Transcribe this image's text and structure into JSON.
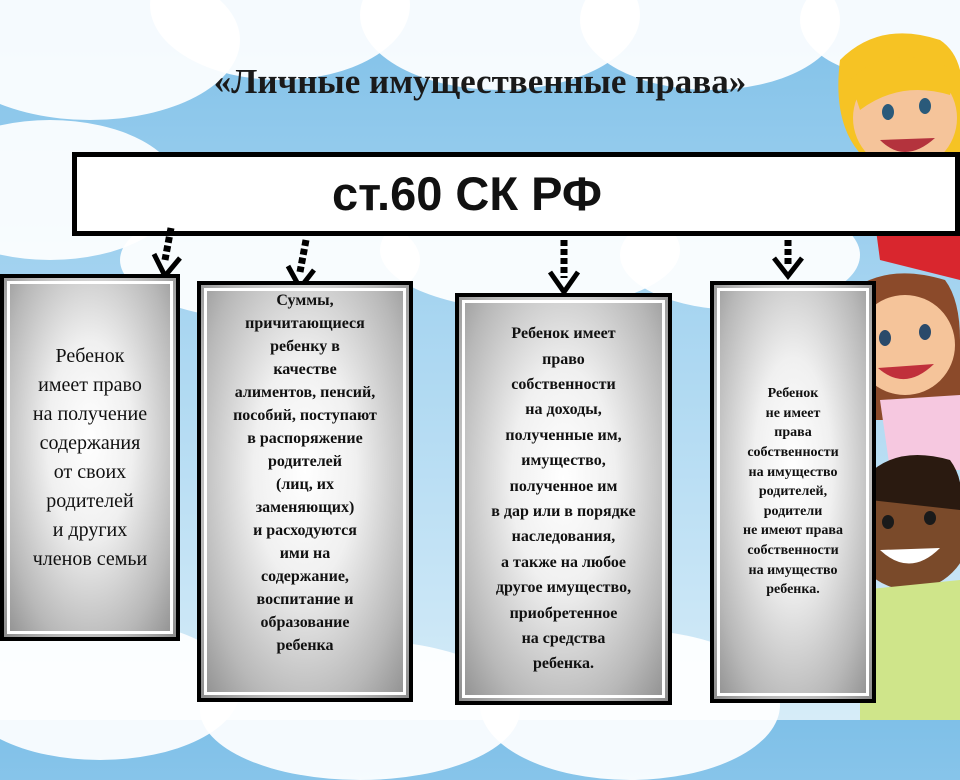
{
  "title": "«Личные имущественные права»",
  "article": "ст.60 СК РФ",
  "cards": [
    {
      "text": "Ребенок\nимеет право\nна получение\nсодержания\nот своих\nродителей\nи других\nчленов семьи"
    },
    {
      "text": "Суммы,\nпричитающиеся\nребенку в\nкачестве\nалиментов, пенсий,\nпособий, поступают\nв распоряжение\nродителей\n(лиц, их\nзаменяющих)\nи расходуются\nими на\nсодержание,\nвоспитание и\nобразование\nребенка"
    },
    {
      "text": "Ребенок имеет\nправо\nсобственности\nна доходы,\nполученные им,\nимущество,\nполученное им\nв дар или в порядке\nнаследования,\nа также на любое\nдругое имущество,\nприобретенное\nна средства\nребенка."
    },
    {
      "text": "Ребенок\nне имеет\nправа\nсобственности\nна имущество\nродителей,\nродители\nне имеют права\nсобственности\nна имущество\nребенка."
    }
  ],
  "colors": {
    "card_border": "#000000",
    "sky": "#8cc7ec",
    "cloud": "#ffffff"
  }
}
